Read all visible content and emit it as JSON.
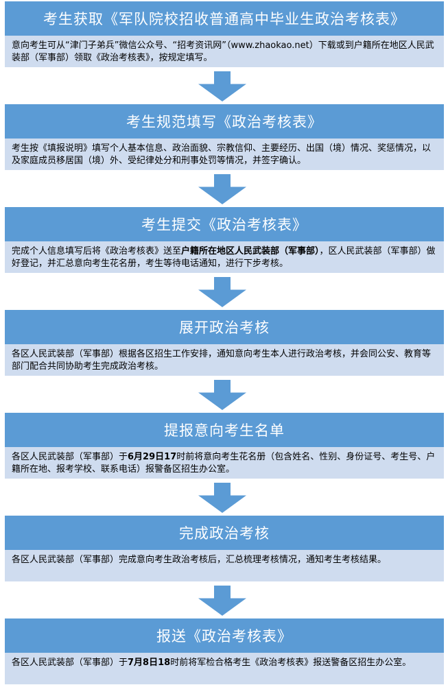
{
  "steps": [
    {
      "title": "考生获取《军队院校招收普通高中毕业生政治考核表》",
      "desc": [
        {
          "text": "意向考生可从“津门子弟兵”微信公众号、“招考资讯网”（www.zhaokao.net）下载或到户籍所在地区人民武装部（军事部）领取《政治考核表》，按规定填写。"
        }
      ]
    },
    {
      "title": "考生规范填写《政治考核表》",
      "desc": [
        {
          "text": "考生按《填报说明》填写个人基本信息、政治面貌、宗教信仰、主要经历、出国（境）情况、奖惩情况，以及家庭成员移居国（境）外、受纪律处分和刑事处罚等情况，并签字确认。"
        }
      ]
    },
    {
      "title": "考生提交《政治考核表》",
      "desc": [
        {
          "text": "完成个人信息填写后将《政治考核表》送至"
        },
        {
          "text": "户籍所在地区人民武装部（军事部）",
          "bold": true
        },
        {
          "text": "，区人民武装部（军事部）做好登记，并汇总意向考生花名册，考生等待电话通知，进行下步考核。"
        }
      ]
    },
    {
      "title": "展开政治考核",
      "desc": [
        {
          "text": "各区人民武装部（军事部）根据各区招生工作安排，通知意向考生本人进行政治考核，并会同公安、教育等部门配合共同协助考生完成政治考核。"
        }
      ]
    },
    {
      "title": "提报意向考生名单",
      "desc": [
        {
          "text": "各区人民武装部（军事部）于"
        },
        {
          "text": "6月29日17",
          "bold": true
        },
        {
          "text": "时前将意向考生花名册（包含姓名、性别、身份证号、考生号、户籍所在地、报考学校、联系电话）报警备区招生办公室。"
        }
      ]
    },
    {
      "title": "完成政治考核",
      "desc": [
        {
          "text": "各区人民武装部（军事部）完成意向考生政治考核后，汇总梳理考核情况，通知考生考核结果。"
        }
      ]
    },
    {
      "title": "报送《政治考核表》",
      "desc": [
        {
          "text": "各区人民武装部（军事部）于"
        },
        {
          "text": "7月8日18",
          "bold": true
        },
        {
          "text": "时前将军检合格考生《政治考核表》报送警备区招生办公室。"
        }
      ]
    }
  ],
  "colors": {
    "title_bg": "#5b9bd5",
    "desc_bg": "#cfdcef",
    "arrow": "#5b9bd5"
  }
}
